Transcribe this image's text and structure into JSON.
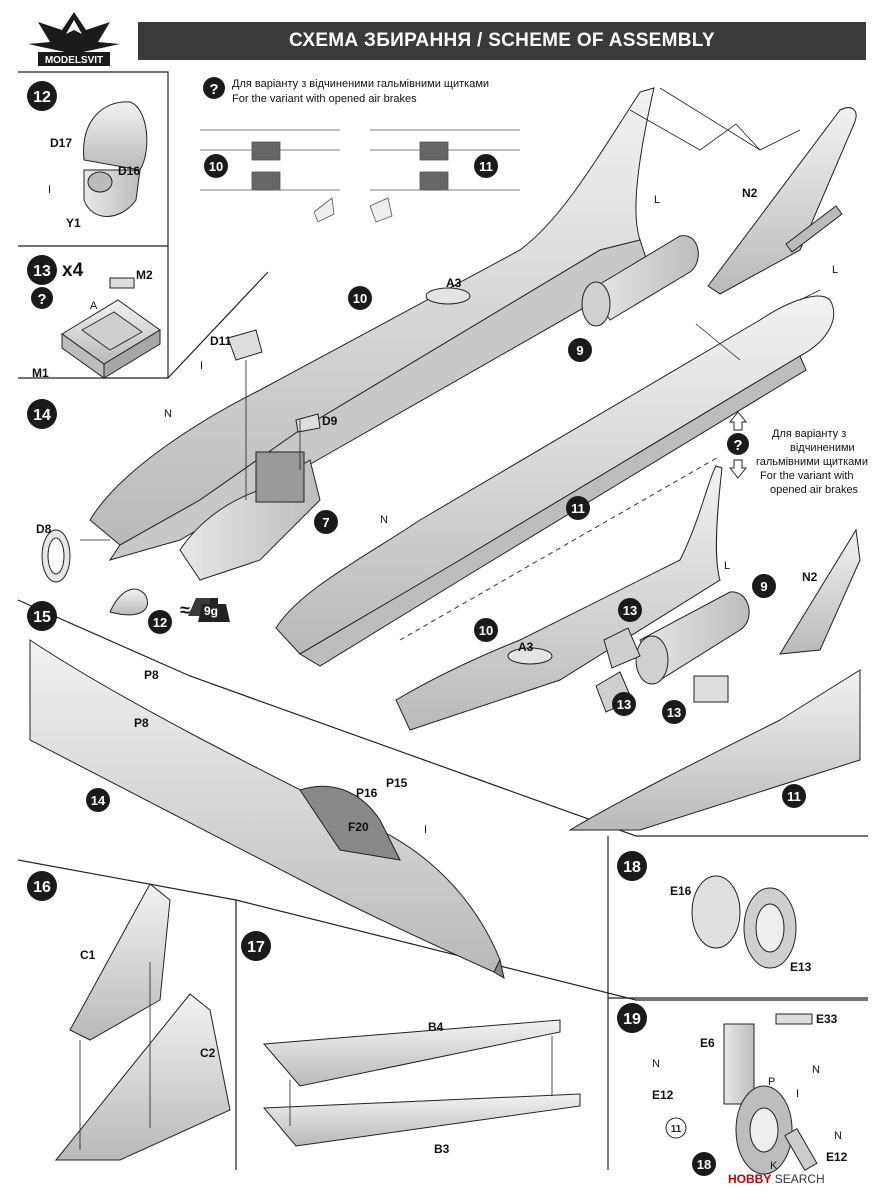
{
  "header": {
    "title": "СХЕМА ЗБИРАННЯ / SCHEME OF ASSEMBLY",
    "brand": "MODELSVIT"
  },
  "notes": {
    "top_ua": "Для варіанту з відчиненими гальмівними щитками",
    "top_en": "For the variant with opened air brakes",
    "right_ua_1": "Для варіанту з",
    "right_ua_2": "відчиненими",
    "right_ua_3": "гальмівними щитками",
    "right_en_1": "For the variant with",
    "right_en_2": "opened air brakes",
    "weight": "≈",
    "weight_value": "9g"
  },
  "steps": [
    "12",
    "13",
    "14",
    "15",
    "16",
    "17",
    "18",
    "19"
  ],
  "step13_mult": "x4",
  "subassemblies": [
    "10",
    "11",
    "9",
    "7",
    "12",
    "13",
    "14",
    "18"
  ],
  "parts": {
    "D17": "D17",
    "D16": "D16",
    "Y1": "Y1",
    "M2": "M2",
    "M1": "M1",
    "D11": "D11",
    "D9": "D9",
    "D8": "D8",
    "A3": "A3",
    "N2": "N2",
    "P8": "P8",
    "P16": "P16",
    "P15": "P15",
    "F20": "F20",
    "C1": "C1",
    "C2": "C2",
    "B4": "B4",
    "B3": "B3",
    "E16": "E16",
    "E13": "E13",
    "E6": "E6",
    "E33": "E33",
    "E12": "E12"
  },
  "paints": {
    "I": "I",
    "A": "A",
    "L": "L",
    "N": "N",
    "P": "P",
    "K": "K"
  },
  "watermark": {
    "brand": "HOBBY",
    "suffix": "SEARCH"
  }
}
